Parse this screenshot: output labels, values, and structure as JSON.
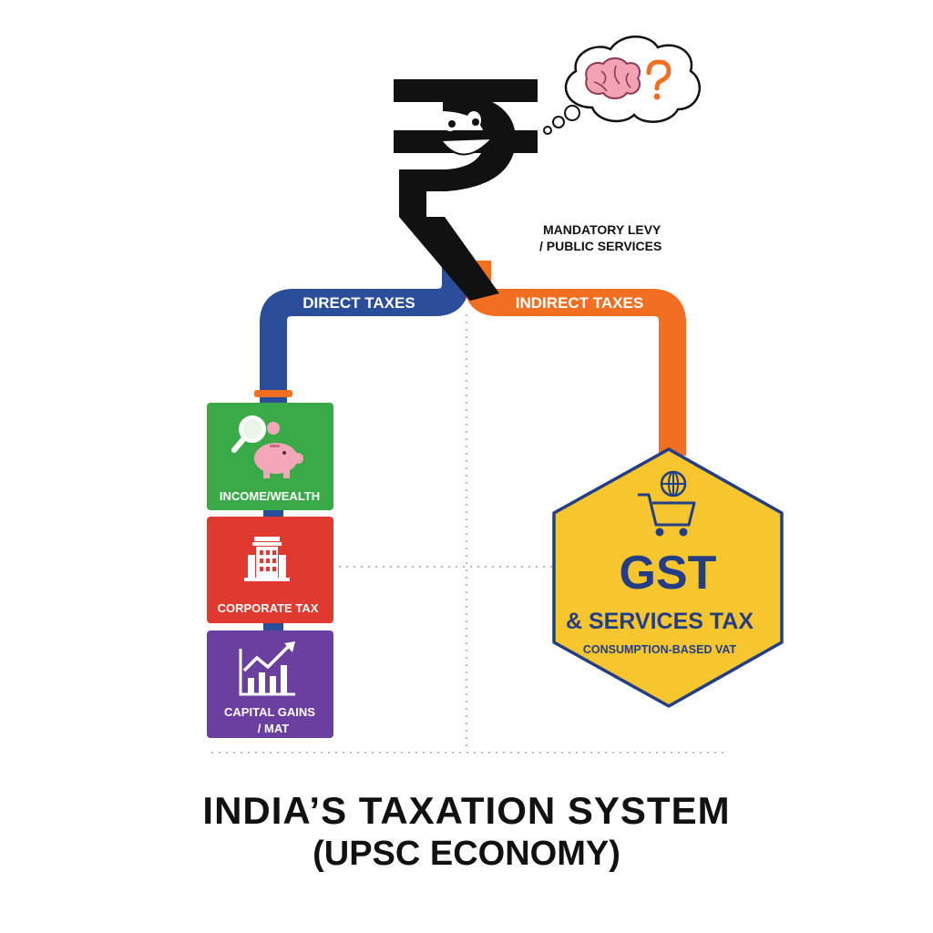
{
  "colors": {
    "direct_pipe": "#2b4e9b",
    "indirect_pipe": "#f26f22",
    "income_box": "#3aaa48",
    "corporate_box": "#e03a30",
    "capital_box": "#6b3fa0",
    "gst_fill": "#f7c62f",
    "gst_border": "#233e86",
    "gst_text": "#233e86"
  },
  "icons": {
    "mascot": "rupee-mascot-icon",
    "thought": "brain-question-icon",
    "income": "magnifier-piggy-bank-icon",
    "corporate": "building-icon",
    "capital": "rising-chart-icon",
    "gst": "shopping-cart-globe-icon"
  },
  "note": {
    "line1": "MANDATORY LEVY",
    "line2": "/ PUBLIC SERVICES"
  },
  "branches": {
    "direct": "DIRECT TAXES",
    "indirect": "INDIRECT TAXES"
  },
  "direct_boxes": {
    "income": "INCOME/WEALTH",
    "corporate": "CORPORATE TAX",
    "capital_line1": "CAPITAL GAINS",
    "capital_line2": "/ MAT"
  },
  "gst": {
    "title": "GST",
    "subtitle": "& SERVICES TAX",
    "caption": "CONSUMPTION-BASED VAT"
  },
  "title": {
    "main": "INDIA’S TAXATION SYSTEM",
    "sub": "(UPSC ECONOMY)"
  }
}
